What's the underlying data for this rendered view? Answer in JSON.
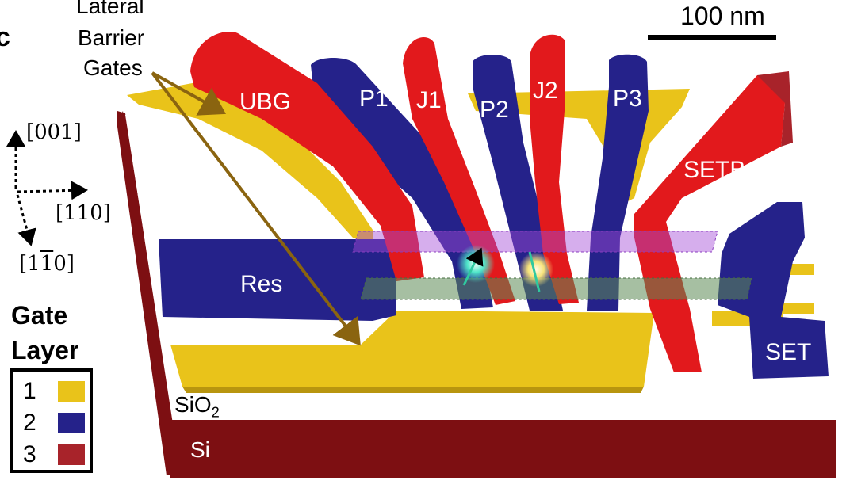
{
  "panel_label": "c",
  "scale_bar": {
    "label": "100 nm"
  },
  "annotation": {
    "line1": "Lateral",
    "line2": "Barrier",
    "line3": "Gates"
  },
  "axes": {
    "z": "[001]",
    "x": "[110]",
    "y_prefix": "[1",
    "y_bar": "1",
    "y_suffix": "0]"
  },
  "gates": {
    "ubg": "UBG",
    "p1": "P1",
    "j1": "J1",
    "p2": "P2",
    "j2": "J2",
    "p3": "P3",
    "setb": "SETB",
    "res": "Res",
    "set": "SET"
  },
  "materials": {
    "sio2_main": "SiO",
    "sio2_sub": "2",
    "si": "Si"
  },
  "legend": {
    "title_line1": "Gate",
    "title_line2": "Layer",
    "items": [
      {
        "num": "1",
        "color": "#e9c31a"
      },
      {
        "num": "2",
        "color": "#25228a"
      },
      {
        "num": "3",
        "color": "#a8232a"
      }
    ]
  },
  "colors": {
    "layer1_gold": "#e9c31a",
    "layer2_blue": "#25228a",
    "layer3_red": "#e2191c",
    "substrate_si": "#7d0f12",
    "arrow_brown": "#8a6410"
  }
}
